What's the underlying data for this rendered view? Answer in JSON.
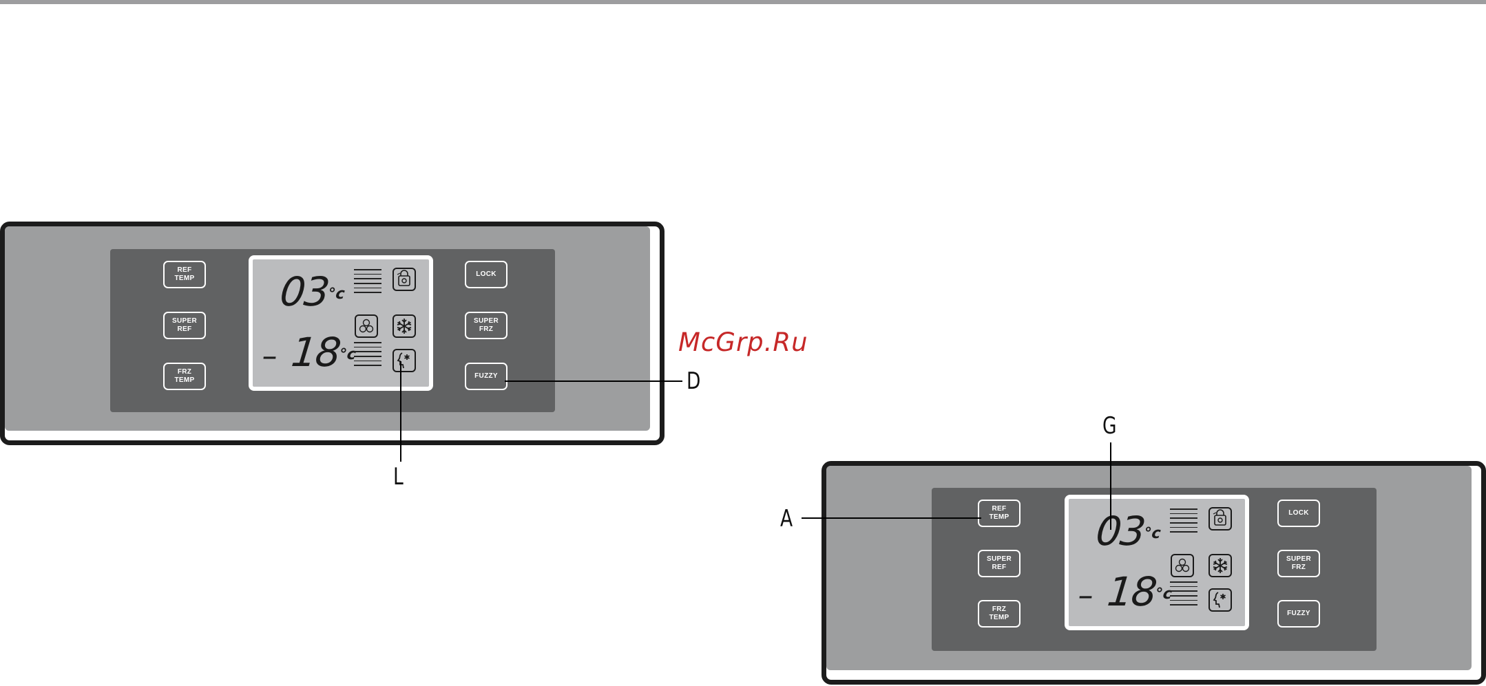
{
  "watermark": "McGrp.Ru",
  "buttons": {
    "ref_temp": "REF\nTEMP",
    "super_ref": "SUPER\nREF",
    "frz_temp": "FRZ\nTEMP",
    "lock": "LOCK",
    "super_frz": "SUPER\nFRZ",
    "fuzzy": "FUZZY"
  },
  "display": {
    "fridge_temp": "03",
    "freezer_sign": "–",
    "freezer_temp": "18",
    "unit": "°c"
  },
  "icons": [
    "lock-bag-icon",
    "snowflake-icon",
    "hexagon-cells-icon",
    "face-star-icon"
  ],
  "callouts": {
    "panel1": [
      "D",
      "L"
    ],
    "panel2": [
      "G",
      "A"
    ]
  }
}
